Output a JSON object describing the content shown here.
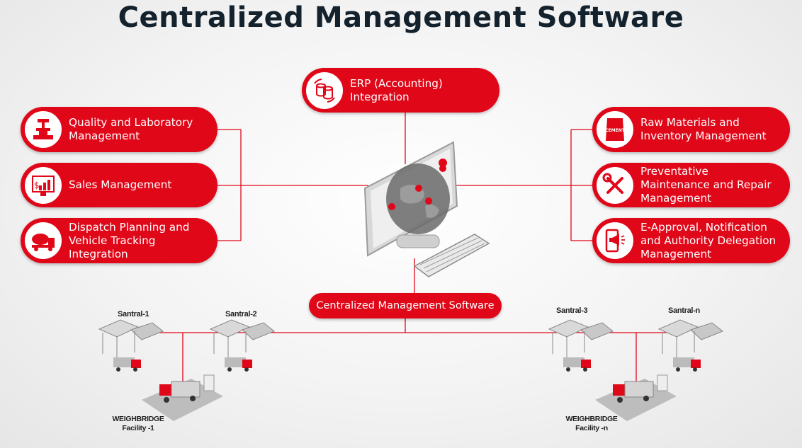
{
  "title": "Centralized Management Software",
  "center_box": "Centralized Management Software",
  "modules": {
    "erp": {
      "label": "ERP (Accounting)\nIntegration",
      "icon": "database-sync-icon"
    },
    "quality": {
      "label": "Quality and Laboratory\nManagement",
      "icon": "lab-press-icon"
    },
    "sales": {
      "label": "Sales Management",
      "icon": "sales-chart-icon"
    },
    "dispatch": {
      "label": "Dispatch Planning and\nVehicle Tracking\nIntegration",
      "icon": "mixer-truck-icon"
    },
    "raw_materials": {
      "label": "Raw Materials and\nInventory Management",
      "icon": "cement-bag-icon",
      "icon_text": "CEMENT"
    },
    "maintenance": {
      "label": "Preventative\nMaintenance and Repair\nManagement",
      "icon": "wrench-screwdriver-icon"
    },
    "approval": {
      "label": "E-Approval, Notification\nand Authority Delegation\nManagement",
      "icon": "phone-megaphone-icon"
    }
  },
  "plants": [
    {
      "label": "Santral-1"
    },
    {
      "label": "Santral-2"
    },
    {
      "label": "Santral-3"
    },
    {
      "label": "Santral-n"
    }
  ],
  "weighbridges": [
    {
      "label": "WEIGHBRIDGE\nFacility -1"
    },
    {
      "label": "WEIGHBRIDGE\nFacility -n"
    }
  ],
  "colors": {
    "accent": "#e00719",
    "title": "#14222e",
    "line": "#e00719"
  }
}
